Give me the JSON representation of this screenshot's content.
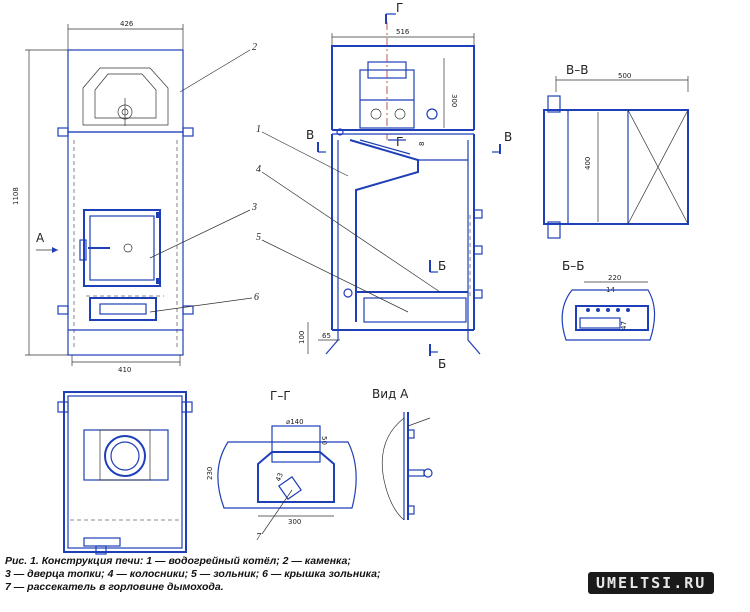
{
  "dimensions": {
    "front_top_width": "426",
    "front_height": "1108",
    "front_bottom_width": "410",
    "side_top_width": "516",
    "side_upper_height": "300",
    "side_gap": "8",
    "side_leg_height": "100",
    "side_leg_width": "65",
    "vv_width": "500",
    "vv_height": "400",
    "bb_width": "220",
    "bb_gap": "14",
    "bb_height": "47",
    "gg_diameter": "⌀140",
    "gg_height": "50",
    "gg_depth": "230",
    "gg_width": "300",
    "gg_small": "43"
  },
  "section_labels": {
    "g": "Г",
    "v": "В",
    "b": "Б",
    "a": "А",
    "vv": "В–В",
    "bb": "Б–Б",
    "gg": "Г–Г",
    "vid_a": "Вид А"
  },
  "callouts": [
    "1",
    "2",
    "3",
    "4",
    "5",
    "6",
    "7"
  ],
  "caption": [
    "Рис. 1. Конструкция печи: 1 — водогрейный котёл; 2 — каменка;",
    "3 — дверца топки; 4 — колосники; 5 — зольник; 6 — крышка зольника;",
    "7 — рассекатель в горловине дымохода."
  ],
  "watermark": "UMELTSI.RU",
  "colors": {
    "line": "#1f3fb8",
    "dimension": "#222222",
    "centerline": "#b03030"
  }
}
